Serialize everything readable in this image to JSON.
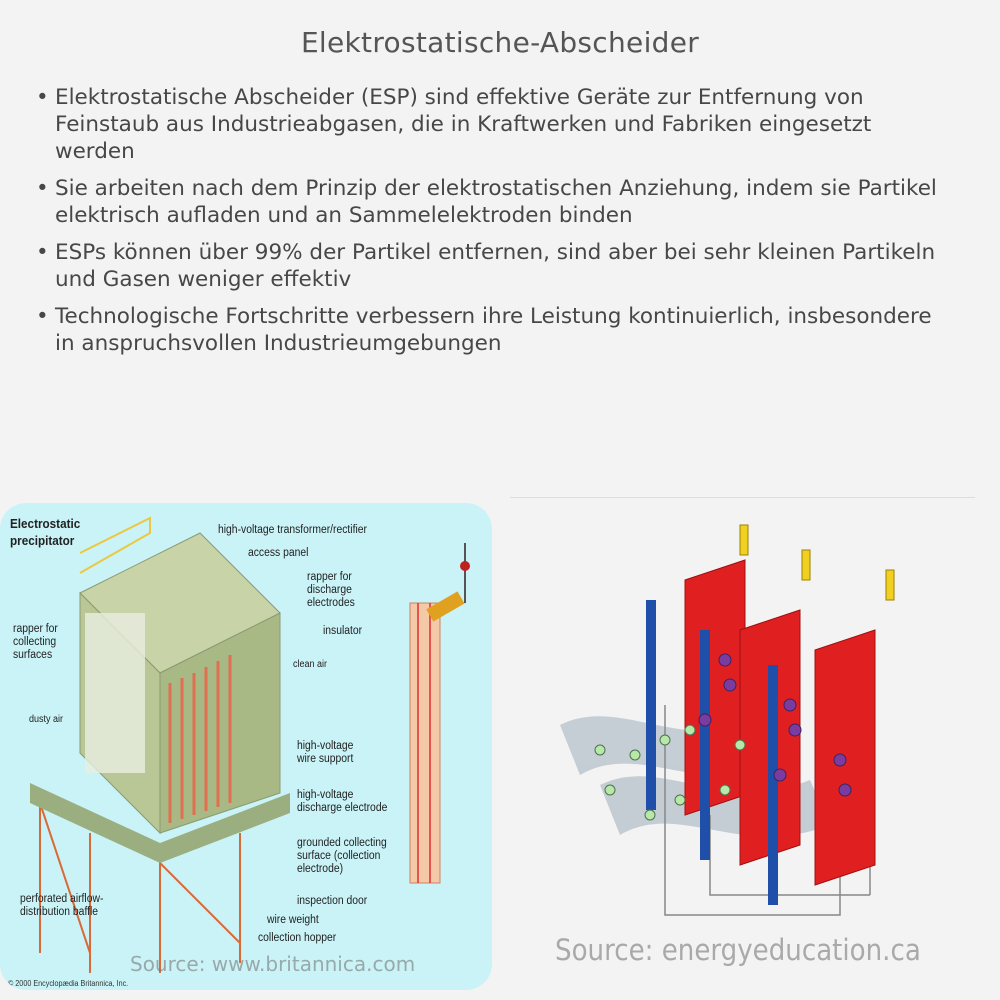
{
  "title": "Elektrostatische-Abscheider",
  "bullets": [
    "Elektrostatische Abscheider (ESP) sind effektive Geräte zur Entfernung von Feinstaub aus Industrieabgasen, die in Kraftwerken und Fabriken eingesetzt werden",
    "Sie arbeiten nach dem Prinzip der elektrostatischen Anziehung, indem sie Partikel elektrisch aufladen und an Sammelelektroden binden",
    "ESPs können über 99% der Partikel entfernen, sind aber bei sehr kleinen Partikeln und Gasen weniger effektiv",
    "Technologische Fortschritte verbessern ihre Leistung kontinuierlich, insbesondere in anspruchsvollen Industrieumgebungen"
  ],
  "left_image": {
    "title": "Electrostatic precipitator",
    "labels": {
      "transformer": "high-voltage transformer/rectifier",
      "access": "access panel",
      "rapper_discharge": "rapper for discharge electrodes",
      "insulator": "insulator",
      "rapper_collecting": "rapper for collecting surfaces",
      "clean_air": "clean air",
      "dusty_air": "dusty air",
      "wire_support": "high-voltage wire support",
      "discharge_electrode": "high-voltage discharge electrode",
      "grounded": "grounded collecting surface (collection electrode)",
      "baffle": "perforated airflow-distribution baffle",
      "inspection": "inspection door",
      "wire_weight": "wire weight",
      "hopper": "collection hopper"
    },
    "copyright": "© 2000 Encyclopædia Britannica, Inc.",
    "source": "Source: www.britannica.com"
  },
  "right_image": {
    "source": "Source: energyeducation.ca"
  },
  "colors": {
    "plate": "#e02020",
    "rod": "#1f4fa8",
    "panel_bg": "#c9f3f7"
  }
}
